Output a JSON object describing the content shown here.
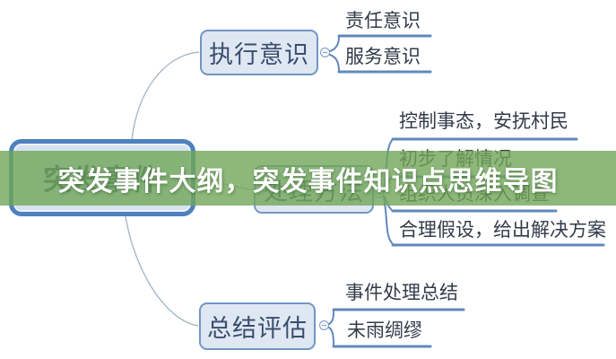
{
  "banner": {
    "title": "突发事件大纲，突发事件知识点思维导图",
    "bg_rgba": "rgba(112,166,89,0.8)",
    "text_color": "#FFFFFF"
  },
  "mindmap": {
    "root": {
      "label": "突发事件"
    },
    "branches": [
      {
        "label": "执行意识",
        "children": [
          {
            "label": "责任意识"
          },
          {
            "label": "服务意识"
          }
        ]
      },
      {
        "label": "处理方法",
        "children": [
          {
            "label": "控制事态，安抚村民"
          },
          {
            "label": "初步了解情况"
          },
          {
            "label": "组织人员深入调查"
          },
          {
            "label": "合理假设，给出解决方案"
          }
        ]
      },
      {
        "label": "总结评估",
        "children": [
          {
            "label": "事件处理总结"
          },
          {
            "label": "未雨绸缪"
          }
        ]
      }
    ],
    "colors": {
      "root_border": "#4E81BD",
      "root_fill": "#D6E2F0",
      "node_border": "#7395C5",
      "node_fill": "#DFE7F3",
      "node_text": "#3A4E6E",
      "topic_text": "#333B4A",
      "underline": "#6189BC",
      "curve": "#A9B7CB"
    }
  }
}
